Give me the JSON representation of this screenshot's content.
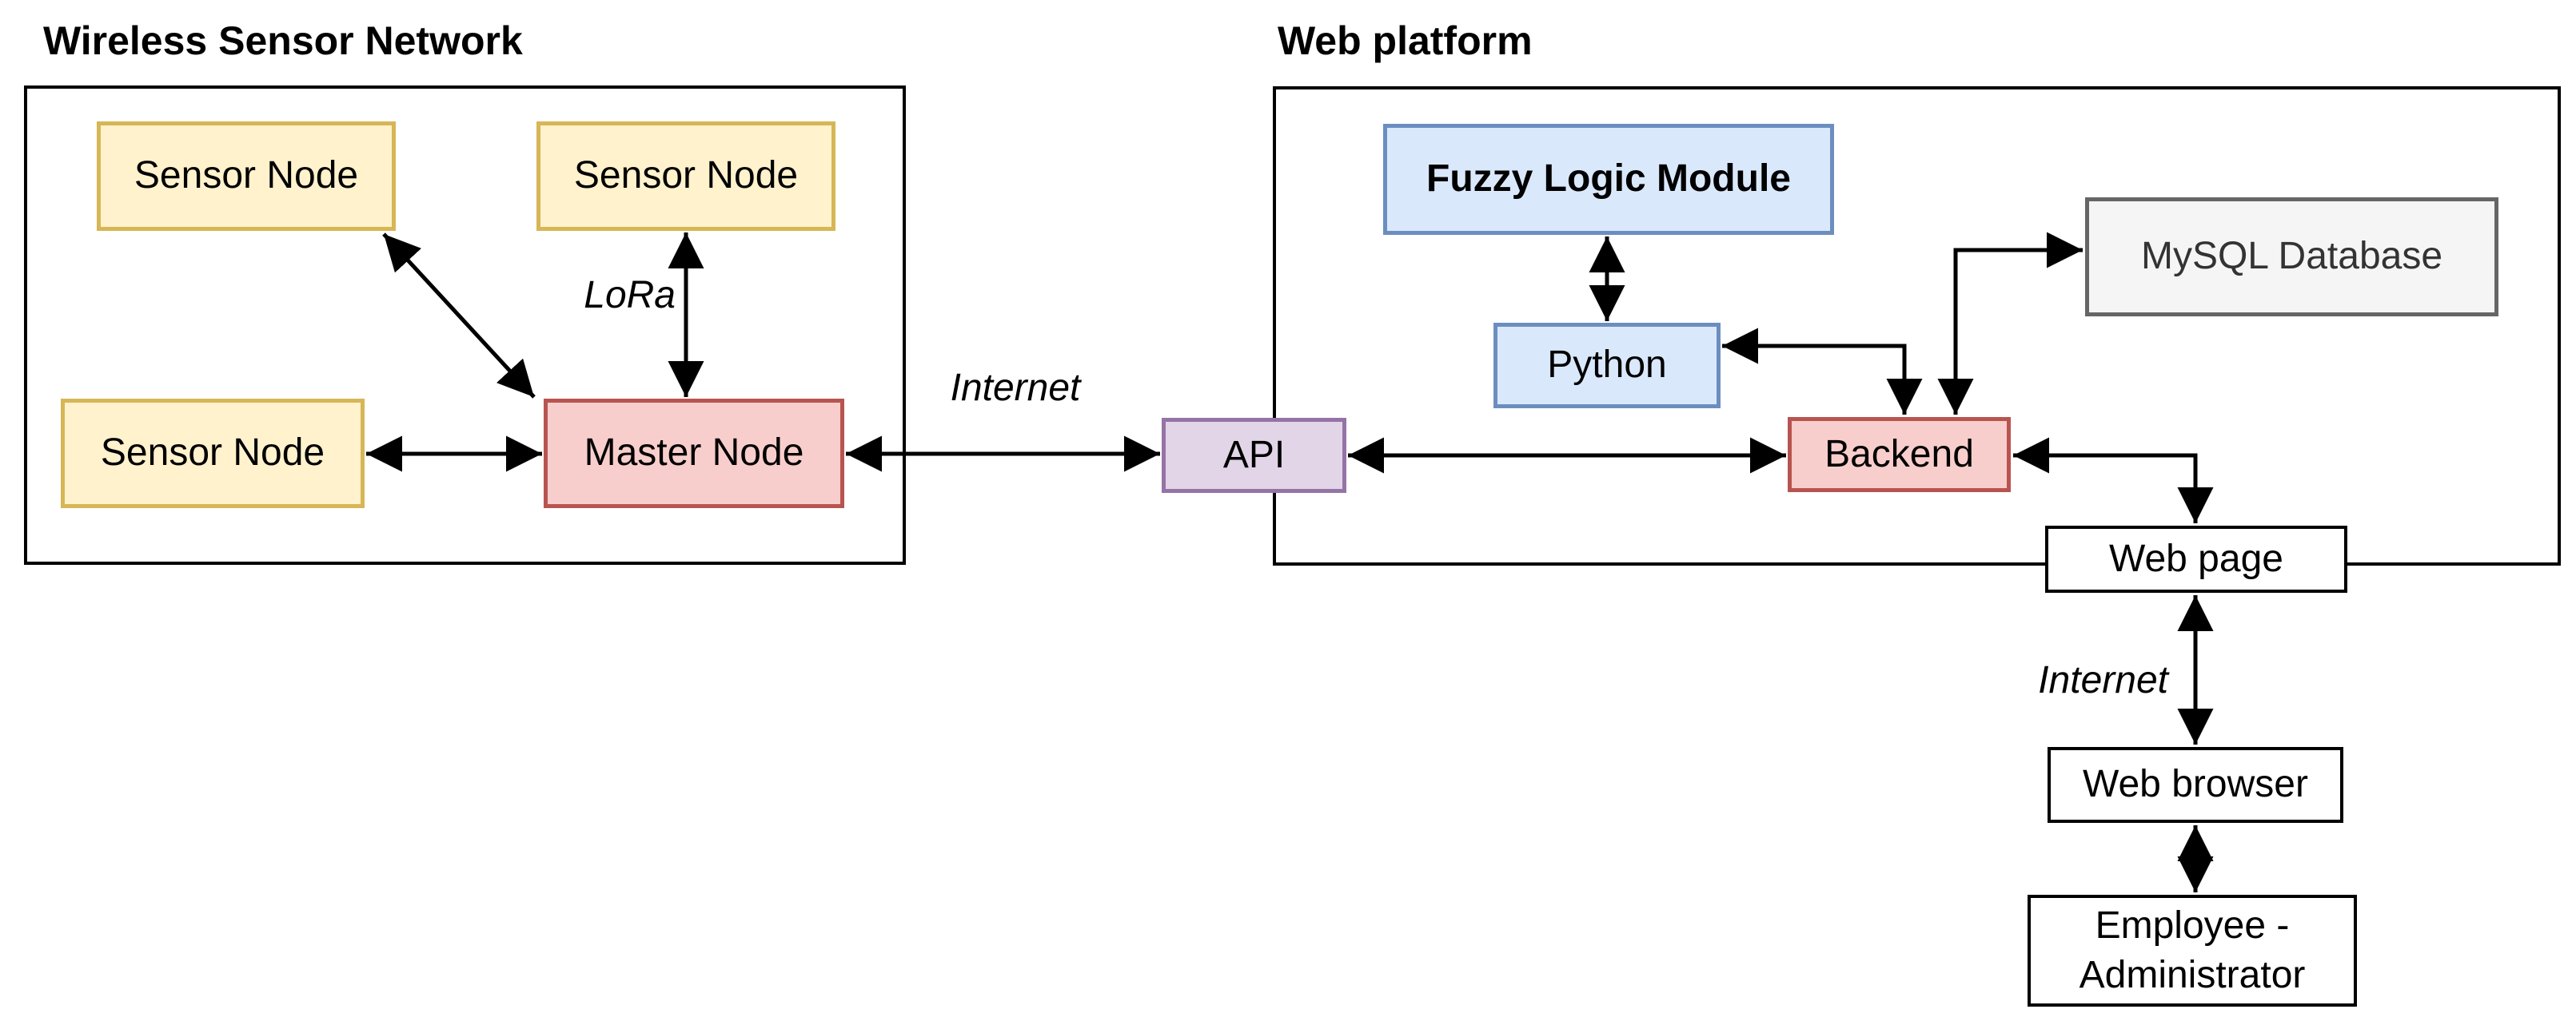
{
  "sections": {
    "wsn": {
      "title": "Wireless Sensor Network"
    },
    "web": {
      "title": "Web platform"
    }
  },
  "nodes": {
    "sensor1": {
      "label": "Sensor Node"
    },
    "sensor2": {
      "label": "Sensor Node"
    },
    "sensor3": {
      "label": "Sensor Node"
    },
    "master": {
      "label": "Master Node"
    },
    "api": {
      "label": "API"
    },
    "fuzzy": {
      "label": "Fuzzy Logic Module"
    },
    "python": {
      "label": "Python"
    },
    "mysql": {
      "label": "MySQL Database"
    },
    "backend": {
      "label": "Backend"
    },
    "webpage": {
      "label": "Web page"
    },
    "webbrowser": {
      "label": "Web browser"
    },
    "employee": {
      "line1": "Employee -",
      "line2": "Administrator"
    }
  },
  "edge_labels": {
    "lora": "LoRa",
    "internet_wan": "Internet",
    "internet_web": "Internet"
  },
  "colors": {
    "sensor_fill": "#FFF2CC",
    "sensor_border": "#D6B656",
    "master_backend_fill": "#F8CECC",
    "master_backend_border": "#B85450",
    "fuzzy_python_fill": "#DAE8FC",
    "fuzzy_python_border": "#6C8EBF",
    "api_fill": "#E1D5E7",
    "api_border": "#9673A6",
    "mysql_fill": "#F5F5F5",
    "mysql_border": "#666666",
    "mysql_text": "#333333",
    "frame_border": "#000000",
    "arrow": "#000000",
    "background": "#FFFFFF"
  }
}
